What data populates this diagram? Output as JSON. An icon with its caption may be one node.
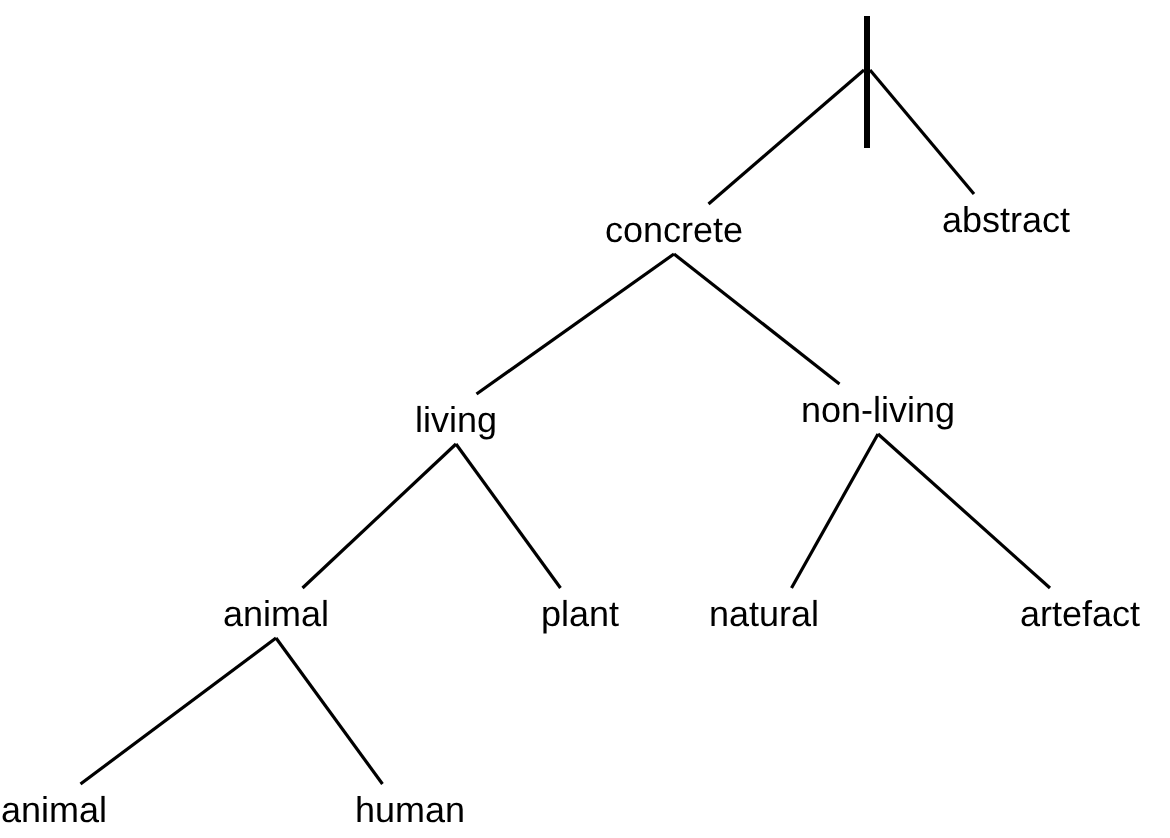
{
  "diagram": {
    "nodes": [
      {
        "text": [],
        "shape": "bar"
      },
      {
        "text": [
          "concrete"
        ]
      },
      {
        "text": [
          "abstract"
        ]
      },
      {
        "text": [
          "living"
        ]
      },
      {
        "text": [
          "non-living"
        ]
      },
      {
        "text": [
          "animal"
        ]
      },
      {
        "text": [
          "plant"
        ]
      },
      {
        "text": [
          "natural"
        ]
      },
      {
        "text": [
          "artefact"
        ]
      },
      {
        "text": [
          "animal"
        ]
      },
      {
        "text": [
          "human"
        ]
      }
    ],
    "edges": [
      {
        "from": 0,
        "to": 1,
        "arrow": "none"
      },
      {
        "from": 0,
        "to": 2,
        "arrow": "none"
      },
      {
        "from": 1,
        "to": 3,
        "arrow": "none"
      },
      {
        "from": 1,
        "to": 4,
        "arrow": "none"
      },
      {
        "from": 3,
        "to": 5,
        "arrow": "none"
      },
      {
        "from": 3,
        "to": 6,
        "arrow": "none"
      },
      {
        "from": 4,
        "to": 7,
        "arrow": "none"
      },
      {
        "from": 4,
        "to": 8,
        "arrow": "none"
      },
      {
        "from": 5,
        "to": 9,
        "arrow": "none"
      },
      {
        "from": 5,
        "to": 10,
        "arrow": "none"
      }
    ]
  }
}
